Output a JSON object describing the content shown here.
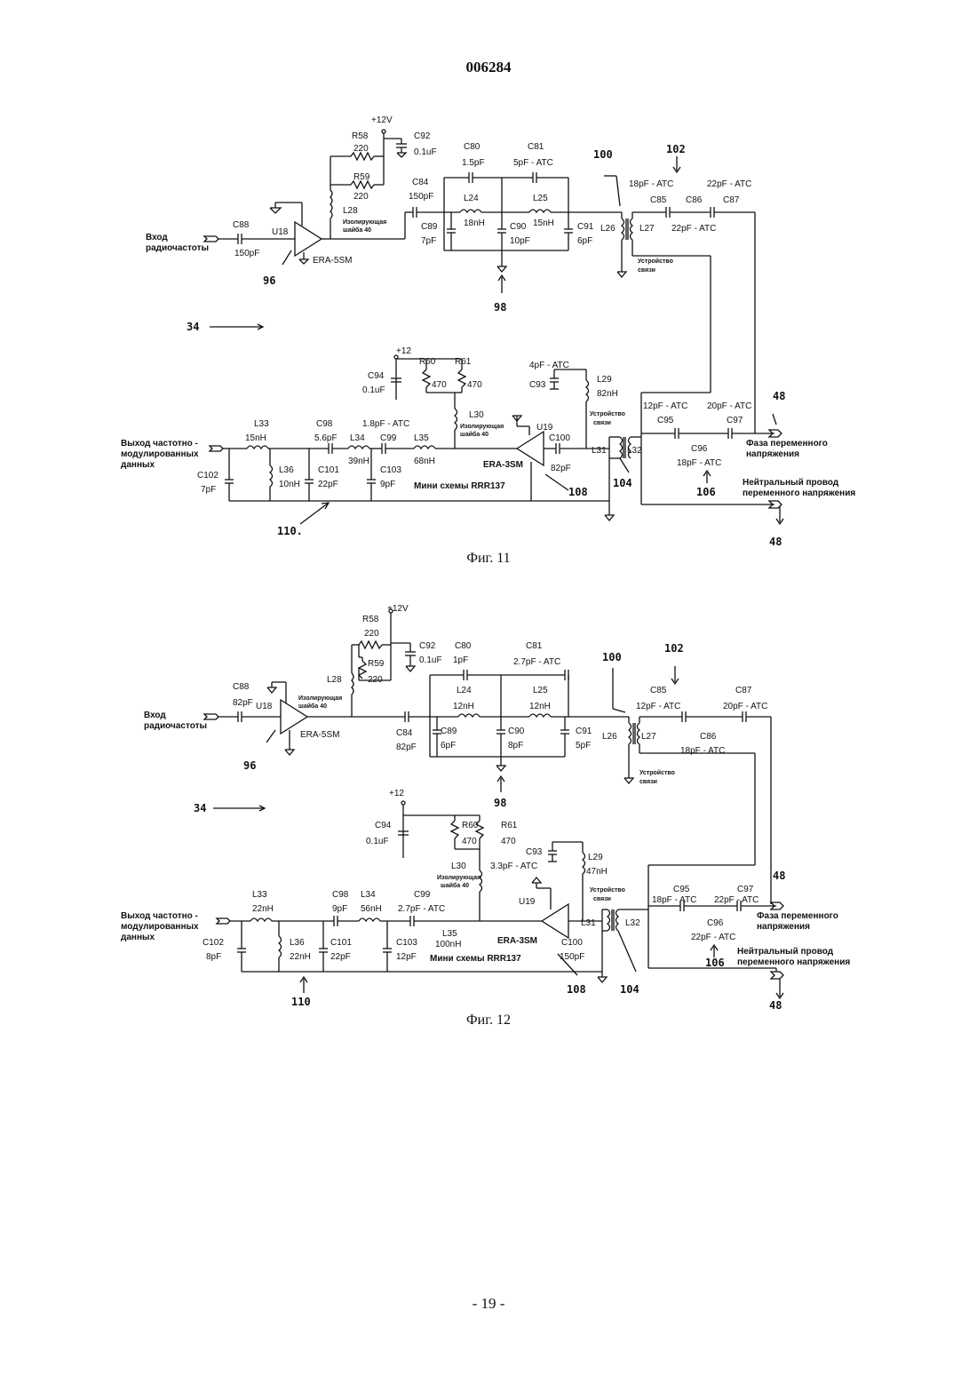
{
  "header": {
    "doc_number": "006284",
    "page_number": "- 19 -"
  },
  "fig11": {
    "caption": "Фиг. 11",
    "labels": {
      "v12": "+12V",
      "r58": "R58",
      "r58v": "220",
      "r59": "R59",
      "r59v": "220",
      "c92": "C92",
      "c92v": "0.1uF",
      "c80": "C80",
      "c80v": "1.5pF",
      "c81": "C81",
      "c81v": "5pF - ATC",
      "r100": "100",
      "r102": "102",
      "c85top": "18pF - ATC",
      "c87top": "22pF - ATC",
      "c84": "C84",
      "c84v": "150pF",
      "l24": "L24",
      "l24v": "18nH",
      "l25": "L25",
      "l25v": "15nH",
      "c85": "C85",
      "c86": "C86",
      "c87": "C87",
      "l28": "L28",
      "iso1": "Изолирующая",
      "iso2": "шайба 40",
      "c88": "C88",
      "c88v": "150pF",
      "in1": "Вход",
      "in2": "радиочастоты",
      "u18": "U18",
      "era5": "ERA-5SM",
      "c89": "C89",
      "c89v": "7pF",
      "c90": "C90",
      "c90v": "10pF",
      "c91": "C91",
      "c91v": "6pF",
      "l26": "L26",
      "l27": "L27",
      "c86v": "22pF - ATC",
      "coup1": "Устройство",
      "coup2": "связи",
      "r96": "96",
      "r98": "98",
      "r34": "34",
      "v12b": "+12",
      "r60": "R60",
      "r60v": "470",
      "r61": "R61",
      "r61v": "470",
      "c94": "C94",
      "c94v": "0.1uF",
      "c93v": "4pF - ATC",
      "c93": "C93",
      "l29": "L29",
      "l29v": "82nH",
      "l30": "L30",
      "iso3": "Изолирующая",
      "iso4": "шайба 40",
      "u19": "U19",
      "l33": "L33",
      "l33v": "15nH",
      "c98": "C98",
      "c98v": "5.6pF",
      "l34": "L34",
      "l34v": "39nH",
      "c99": "C99",
      "c99top": "1.8pF - ATC",
      "l35": "L35",
      "l35v": "68nH",
      "c100": "C100",
      "c100v": "82pF",
      "era3": "ERA-3SM",
      "mini": "Мини схемы RRR137",
      "out1": "Выход частотно -",
      "out2": "модулированных",
      "out3": "данных",
      "c102": "C102",
      "c102v": "7pF",
      "l36": "L36",
      "l36v": "10nH",
      "c101": "C101",
      "c101v": "22pF",
      "c103": "C103",
      "c103v": "9pF",
      "l31": "L31",
      "l32": "L32",
      "c95top": "12pF - ATC",
      "c97top": "20pF - ATC",
      "c95": "C95",
      "c97": "C97",
      "c96": "C96",
      "c96v": "18pF - ATC",
      "r48a": "48",
      "phase1": "Фаза переменного",
      "phase2": "напряжения",
      "neut1": "Нейтральный провод",
      "neut2": "переменного напряжения",
      "r104": "104",
      "r106": "106",
      "r108": "108",
      "r110": "110.",
      "r48b": "48"
    }
  },
  "fig12": {
    "caption": "Фиг. 12",
    "labels": {
      "v12": "+12V",
      "r58": "R58",
      "r58v": "220",
      "c92": "C92",
      "c92v": "0.1uF",
      "r59": "R59",
      "r59v": "220",
      "c80": "C80",
      "c80v": "1pF",
      "c81": "C81",
      "c81v": "2.7pF - ATC",
      "r100": "100",
      "r102": "102",
      "l28": "L28",
      "c88": "C88",
      "c88v": "82pF",
      "iso1": "Изолирующая",
      "iso2": "шайба 40",
      "l24": "L24",
      "l24v": "12nH",
      "l25": "L25",
      "l25v": "12nH",
      "c85": "C85",
      "c85v": "12pF - ATC",
      "c87": "C87",
      "c87v": "20pF - ATC",
      "in1": "Вход",
      "in2": "радиочастоты",
      "u18": "U18",
      "era5": "ERA-5SM",
      "c84": "C84",
      "c84v": "82pF",
      "c89": "C89",
      "c89v": "6pF",
      "c90": "C90",
      "c90v": "8pF",
      "c91": "C91",
      "c91v": "5pF",
      "l26": "L26",
      "l27": "L27",
      "c86": "C86",
      "c86v": "18pF - ATC",
      "coup1": "Устройство",
      "coup2": "связи",
      "r96": "96",
      "r98": "98",
      "r34": "34",
      "v12b": "+12",
      "c94": "C94",
      "c94v": "0.1uF",
      "r60": "R60",
      "r60v": "470",
      "r61": "R61",
      "r61v": "470",
      "c93": "C93",
      "c93v": "3.3pF - ATC",
      "l29": "L29",
      "l29v": "47nH",
      "l30": "L30",
      "iso3": "Изолирующая",
      "iso4": "шайба 40",
      "c95": "C95",
      "c95v": "18pF - ATC",
      "c97": "C97",
      "c97v": "22pF - ATC",
      "r48a": "48",
      "l33": "L33",
      "l33v": "22nH",
      "c98": "C98",
      "c98v": "9pF",
      "l34": "L34",
      "l34v": "56nH",
      "c99": "C99",
      "c99v": "2.7pF - ATC",
      "u19": "U19",
      "coup3": "Устройство",
      "coup4": "связи",
      "out1": "Выход частотно -",
      "out2": "модулированных",
      "out3": "данных",
      "c102": "C102",
      "c102v": "8pF",
      "l36": "L36",
      "l36v": "22nH",
      "c101": "C101",
      "c101v": "22pF",
      "c103": "C103",
      "c103v": "12pF",
      "l35": "L35",
      "l35v": "100nH",
      "era3": "ERA-3SM",
      "mini": "Мини схемы RRR137",
      "l31": "L31",
      "l32": "L32",
      "c100": "C100",
      "c100v": "150pF",
      "phase1": "Фаза переменного",
      "phase2": "напряжения",
      "c96": "C96",
      "c96v": "22pF - ATC",
      "neut1": "Нейтральный провод",
      "neut2": "переменного напряжения",
      "r106": "106",
      "r108": "108",
      "r104": "104",
      "r110": "110",
      "r48b": "48"
    }
  }
}
